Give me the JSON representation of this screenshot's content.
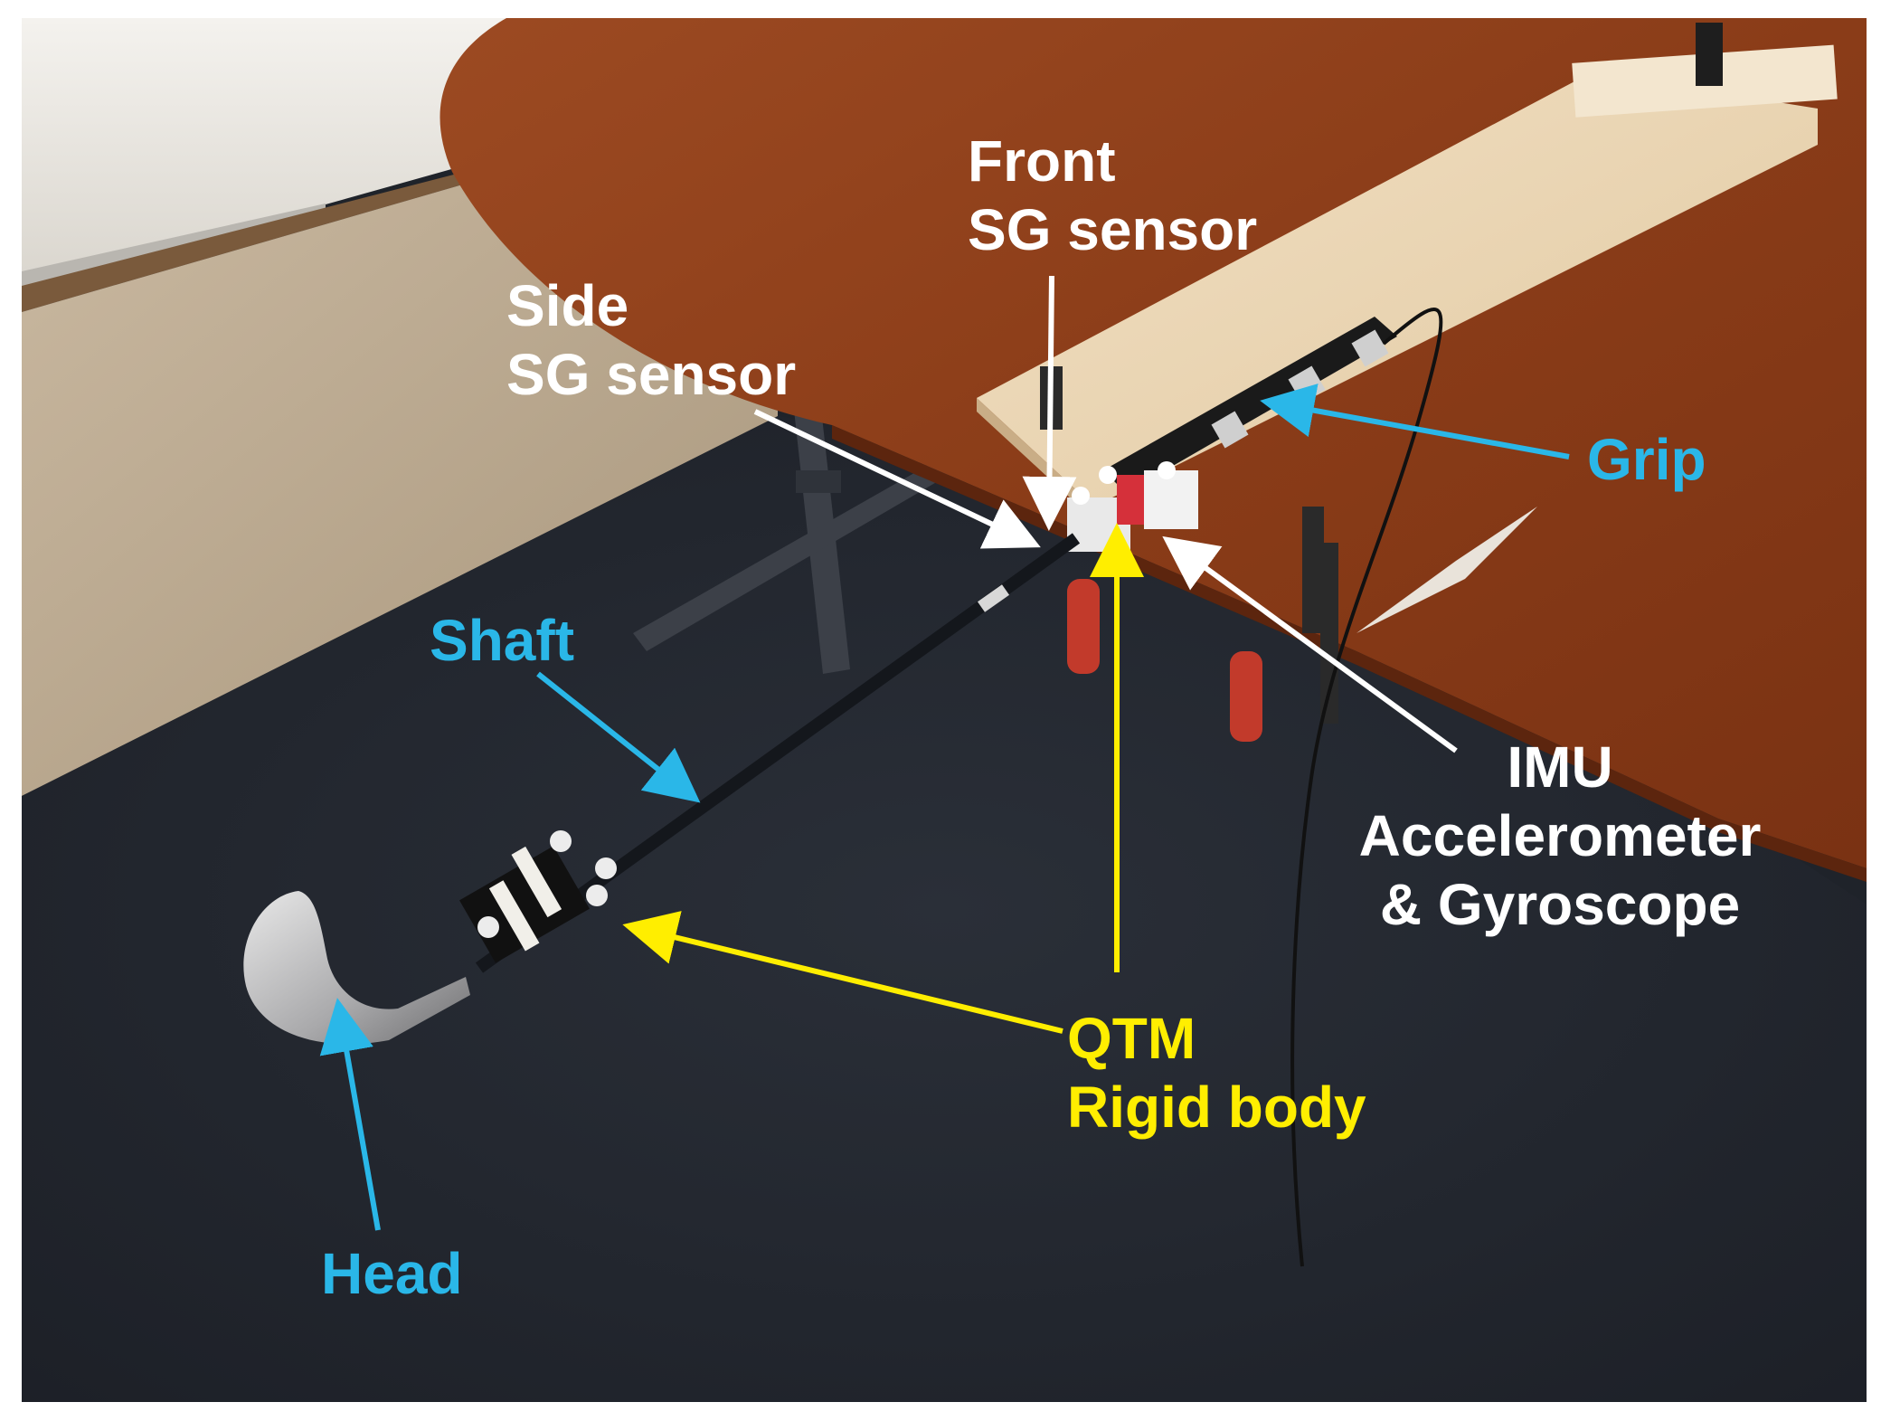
{
  "labels": {
    "front_sg": [
      "Front",
      "SG sensor"
    ],
    "side_sg": [
      "Side",
      "SG sensor"
    ],
    "grip": "Grip",
    "shaft": "Shaft",
    "imu": [
      "IMU",
      "Accelerometer",
      "& Gyroscope"
    ],
    "qtm": [
      "QTM",
      "Rigid body"
    ],
    "head": "Head"
  },
  "colors": {
    "white_label": "#ffffff",
    "blue_label": "#2ab7e8",
    "yellow_label": "#ffee00",
    "table_wood": "#8a3e1c",
    "carpet": "#22262e",
    "wall": "#efece6",
    "floor": "#b8a68c"
  }
}
